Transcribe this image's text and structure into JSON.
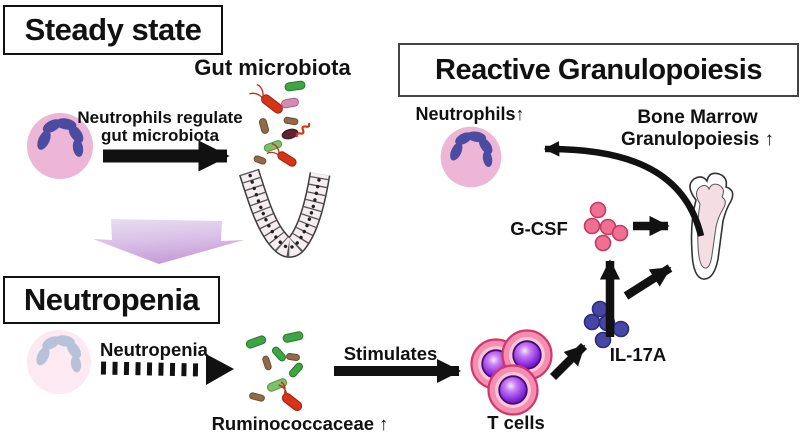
{
  "title": "Neutropenia induces reactive granulopoiesis via gut microbiota diagram",
  "headers": {
    "steady_state": "Steady state",
    "neutropenia": "Neutropenia",
    "reactive_granulopoiesis": "Reactive Granulopoiesis"
  },
  "labels": {
    "gut_microbiota": "Gut microbiota",
    "neutrophils_regulate_line1": "Neutrophils regulate",
    "neutrophils_regulate_line2": "gut microbiota",
    "neutropenia_arrow": "Neutropenia",
    "ruminococcaceae": "Ruminococcaceae ↑",
    "stimulates": "Stimulates",
    "t_cells": "T cells",
    "il17a": "IL-17A",
    "gcsf": "G-CSF",
    "neutrophils_up": "Neutrophils↑",
    "bone_marrow_line1": "Bone Marrow",
    "bone_marrow_line2": "Granulopoiesis ↑"
  },
  "icons": [
    "neutrophil-cell-icon",
    "faded-neutrophil-cell-icon",
    "gut-crypt-icon",
    "bacteria-cluster-icon",
    "t-cell-icon",
    "gcsf-molecules-icon",
    "il17a-molecules-icon",
    "bone-icon",
    "block-arrow-down-icon",
    "dashed-arrow-icon",
    "curved-arrow-icon"
  ],
  "colors": {
    "background": "#ffffff",
    "arrow_black": "#111111",
    "neutrophil_body": "#edb5d6",
    "neutrophil_nucleus": "#4b4ba2",
    "faded_neutrophil_body": "#fce9f2",
    "faded_neutrophil_nucleus": "#b7c2da",
    "tcell_ring": "#f58fb1",
    "tcell_ring_border": "#d4356b",
    "tcell_nucleus": "#8a2be2",
    "gcsf_dot": "#f06f92",
    "il17a_dot": "#4646a4",
    "bacteria_green": "#3da544",
    "bacteria_light_green": "#7cc069",
    "bacteria_brown": "#8f6b47",
    "bacteria_red": "#d63317",
    "bacteria_pink": "#d58cb0",
    "bacteria_maroon": "#5f2333",
    "transition_arrow_purple": "#cda9dc",
    "bone_fill": "#f4dee4",
    "gut_band": "#f6edf0"
  }
}
